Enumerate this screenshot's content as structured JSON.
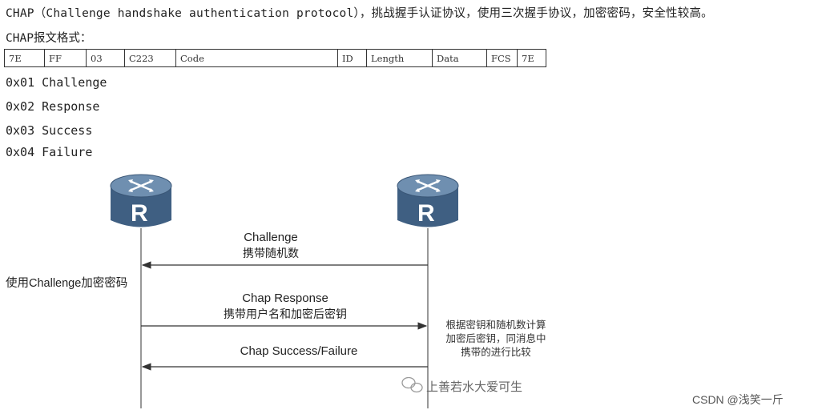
{
  "intro": {
    "text": "CHAP（Challenge handshake authentication protocol），挑战握手认证协议，使用三次握手协议，加密密码，安全性较高。"
  },
  "format_label": "CHAP报文格式：",
  "frame_fields": [
    "7E",
    "FF",
    "03",
    "C223",
    "Code",
    "ID",
    "Length",
    "Data",
    "FCS",
    "7E"
  ],
  "codes": [
    "0x01 Challenge",
    "0x02 Response",
    "0x03 Success",
    "0x04 Failure"
  ],
  "diagram": {
    "left_router_letter": "R",
    "right_router_letter": "R",
    "msg1_title": "Challenge",
    "msg1_sub": "携带随机数",
    "left_note": "使用Challenge加密密码",
    "msg2_title": "Chap Response",
    "msg2_sub": "携带用户名和加密后密钥",
    "right_note": [
      "根据密钥和随机数计算",
      "加密后密钥，同消息中",
      "携带的进行比较"
    ],
    "msg3_title": "Chap Success/Failure",
    "watermark": "上善若水大爱可生"
  },
  "credit": "CSDN @浅笑一斤",
  "colors": {
    "router_body": "#3f5f82",
    "router_top": "#6f8fb0",
    "arrow": "#333333"
  }
}
